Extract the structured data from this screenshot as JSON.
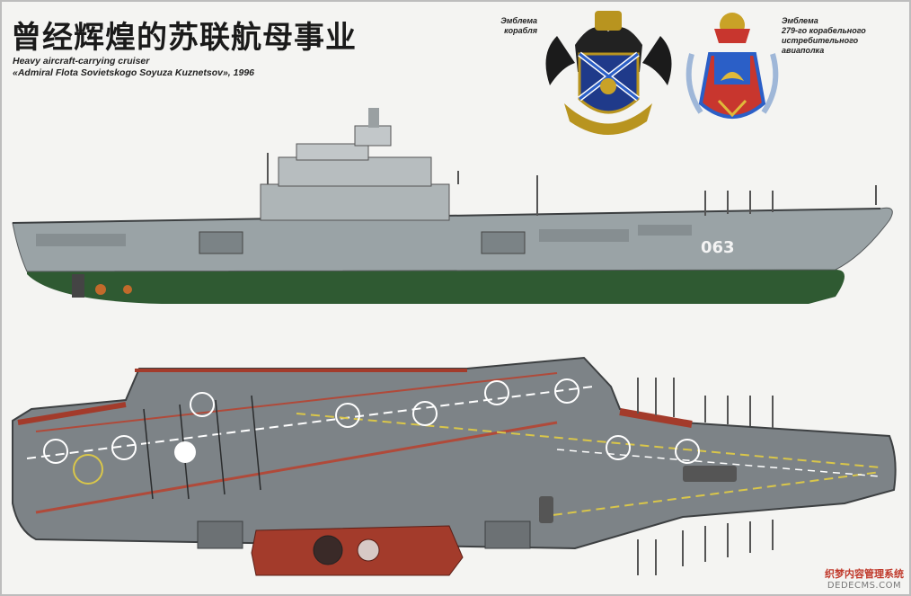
{
  "title": "曾经辉煌的苏联航母事业",
  "subtitle": {
    "line1": "Heavy aircraft-carrying cruiser",
    "line2": "«Admiral Flota Sovietskogo Soyuza Kuznetsov», 1996"
  },
  "emblem_ship": {
    "line1": "Эмблема",
    "line2": "корабля"
  },
  "emblem_regiment": {
    "line1": "Эмблема",
    "line2": "279-го корабельного",
    "line3": "истребительного",
    "line4": "авиаполка"
  },
  "hull_number": "063",
  "watermark": {
    "brand": "织梦内容管理系统",
    "url": "DEDECMS.COM"
  },
  "colors": {
    "hull_grey": "#9aa3a6",
    "waterline_green": "#2f5a32",
    "deck_grey": "#7d8387",
    "island_red": "#a33b2b",
    "deck_line_white": "#ffffff",
    "deck_line_yellow": "#d9c64a",
    "deck_line_red": "#b04a3a"
  }
}
